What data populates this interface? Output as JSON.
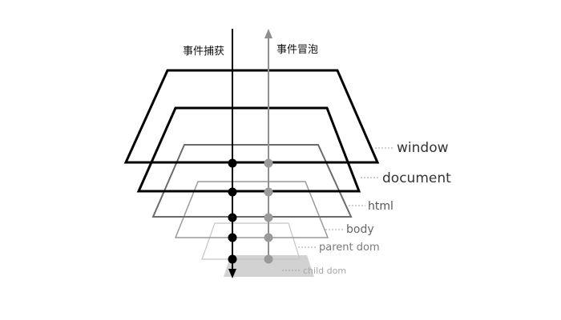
{
  "labels": {
    "capture": "事件捕获",
    "bubble": "事件冒泡"
  },
  "layers": [
    {
      "name": "window",
      "stroke": "#000000",
      "label_color": "#333333"
    },
    {
      "name": "document",
      "stroke": "#000000",
      "label_color": "#333333"
    },
    {
      "name": "html",
      "stroke": "#6b6b6b",
      "label_color": "#555555"
    },
    {
      "name": "body",
      "stroke": "#9a9a9a",
      "label_color": "#666666"
    },
    {
      "name": "parent dom",
      "stroke": "#c4c4c4",
      "label_color": "#7a7a7a"
    },
    {
      "name": "child dom",
      "fill": "#d2d2d2",
      "label_color": "#a8a8a8"
    }
  ],
  "colors": {
    "capture_line": "#000000",
    "bubble_line": "#8f8f8f",
    "capture_dot": "#000000",
    "bubble_dot": "#9a9a9a",
    "leader": "#a0a0a0"
  }
}
